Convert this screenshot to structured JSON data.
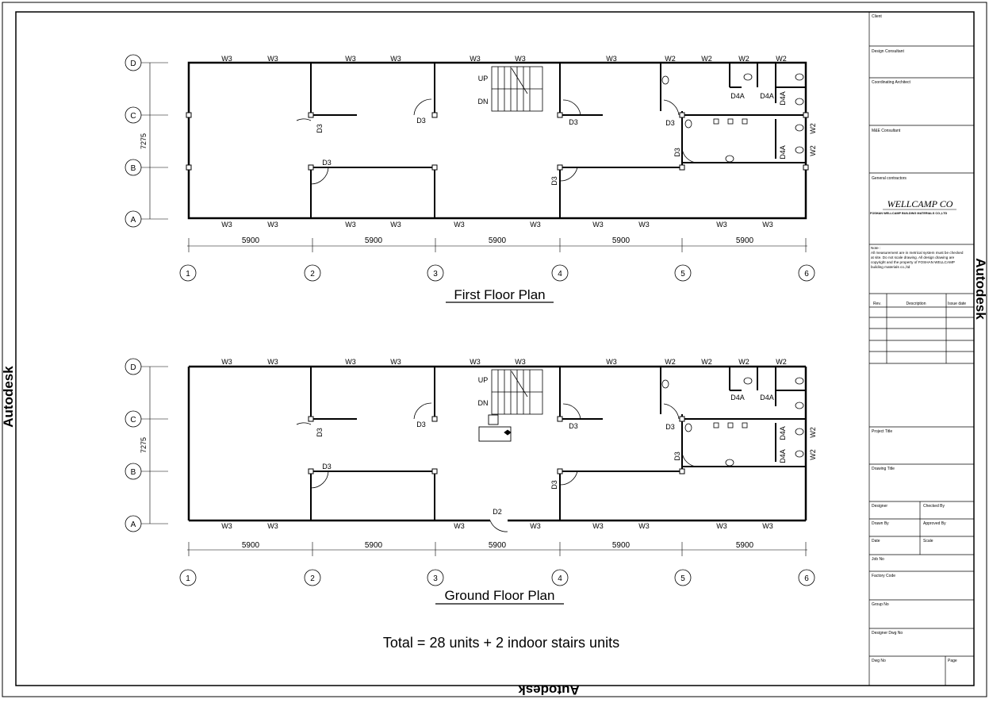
{
  "brand": "Autodesk",
  "plans": [
    {
      "title": "First Floor Plan",
      "top_labels": [
        "W3",
        "W3",
        "W3",
        "W3",
        "W3",
        "W3",
        "W3",
        "W2",
        "W2",
        "W2",
        "W2"
      ],
      "bottom_labels": [
        "W3",
        "W3",
        "W3",
        "W3",
        "W3",
        "W3",
        "W3",
        "W3",
        "W3",
        "W3"
      ],
      "room_labels": [
        "D3",
        "D3",
        "D3",
        "D3",
        "D3",
        "D3",
        "D3",
        "D4A",
        "D4A",
        "D4A",
        "D4A",
        "W2",
        "W2"
      ],
      "stair": {
        "up": "UP",
        "down": "DN"
      },
      "overall_dim": "7275",
      "spans": [
        "5900",
        "5900",
        "5900",
        "5900",
        "5900"
      ]
    },
    {
      "title": "Ground Floor Plan",
      "top_labels": [
        "W3",
        "W3",
        "W3",
        "W3",
        "W3",
        "W3",
        "W3",
        "W2",
        "W2",
        "W2",
        "W2"
      ],
      "bottom_labels": [
        "W3",
        "W3",
        "W3",
        "D2",
        "W3",
        "W3",
        "W3",
        "W3",
        "W3"
      ],
      "room_labels": [
        "D3",
        "D3",
        "D3",
        "D3",
        "D3",
        "D3",
        "D3",
        "D4A",
        "D4A",
        "D4A",
        "D4A",
        "W2",
        "W2"
      ],
      "stair": {
        "up": "UP",
        "down": "DN"
      },
      "overall_dim": "7275",
      "spans": [
        "5900",
        "5900",
        "5900",
        "5900",
        "5900"
      ]
    }
  ],
  "row_axes": [
    "D",
    "C",
    "B",
    "A"
  ],
  "col_axes": [
    "1",
    "2",
    "3",
    "4",
    "5",
    "6"
  ],
  "total": "Total = 28 units + 2 indoor stairs units",
  "title_block": {
    "client": "Client",
    "design_consultant": "Design Consultant",
    "coordinating_architect": "Coordinating Architect",
    "mse_consultant": "M&E Consultant",
    "general_contractors": "General contractors",
    "company": "WELLCAMP CO",
    "company_full": "FOSHAN WELLCAMP BUILDING MATERIALS CO.,LTD",
    "note_lines": [
      "Note :",
      "All measurement are in metrical system must be checked",
      "at site. Do not scale drawing. All design drawing are",
      "copyright and the property of FOSHAN WELLCAMP",
      "building materials co.,ltd"
    ],
    "rev": "Rev.",
    "description": "Description",
    "issue_date": "Issue date",
    "project_title": "Project Title",
    "drawing_title": "Drawing Title",
    "designer": "Designer",
    "checked_by": "Checked By",
    "drawn_by": "Drawn By",
    "approved_by": "Approved By",
    "date": "Date",
    "scale": "Scale",
    "job_no": "Job No",
    "factory_code": "Factory Code",
    "group_no": "Group No",
    "designer_dwg_no": "Designer Dwg No",
    "dwg_no": "Dwg No",
    "page": "Page"
  }
}
